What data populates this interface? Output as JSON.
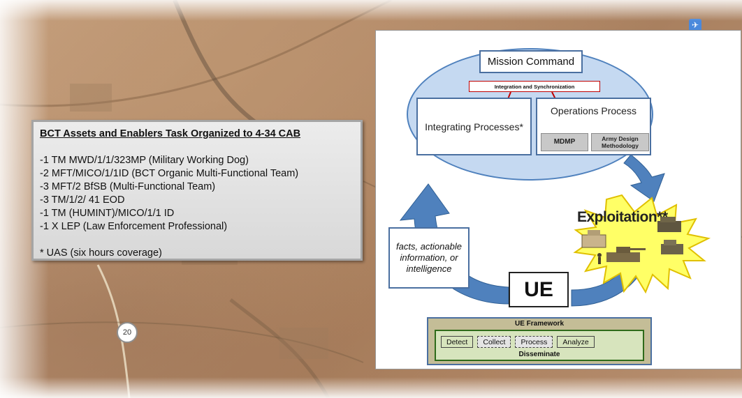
{
  "map": {
    "route_label": "20",
    "airport_icon": "airplane-icon"
  },
  "task_box": {
    "title": "BCT Assets and Enablers Task Organized to 4-34 CAB",
    "items": [
      "-1 TM MWD/1/1/323MP (Military Working Dog)",
      "-2 MFT/MICO/1/1ID (BCT Organic Multi-Functional Team)",
      "-3 MFT/2 BfSB (Multi-Functional Team)",
      "-3 TM/1/2/ 41 EOD",
      "-1 TM (HUMINT)/MICO/1/1 ID",
      "-1 X LEP (Law Enforcement Professional)"
    ],
    "note": "* UAS (six hours coverage)"
  },
  "diagram": {
    "mission_command": "Mission Command",
    "integration_sync": "Integration and Synchronization",
    "integrating_processes": "Integrating Processes*",
    "operations_process": "Operations Process",
    "mdmp": "MDMP",
    "army_design": "Army Design Methodology",
    "facts": "facts, actionable information, or intelligence",
    "ue": "UE",
    "exploitation": "Exploitation**",
    "framework": {
      "title": "UE Framework",
      "steps": [
        "Detect",
        "Collect",
        "Process",
        "Analyze"
      ],
      "disseminate": "Disseminate"
    },
    "colors": {
      "ellipse_fill": "#c5d9f1",
      "arrow_fill": "#4f81bd",
      "starburst_fill": "#ffff66",
      "framework_outer": "#c4bd97",
      "framework_inner": "#d7e4bd"
    }
  }
}
